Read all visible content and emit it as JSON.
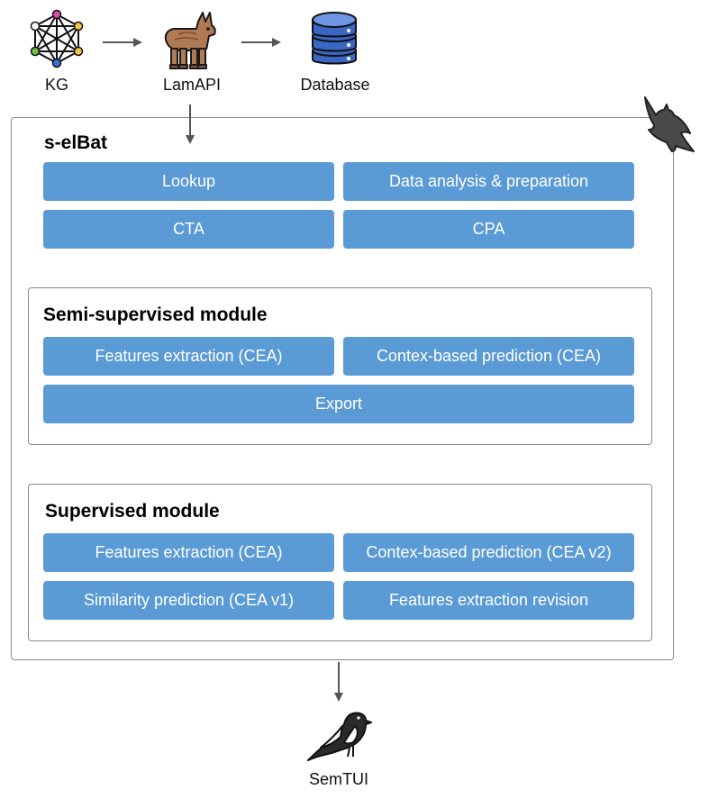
{
  "top_nodes": {
    "kg": {
      "label": "KG",
      "icon": "graph-icon"
    },
    "lamapi": {
      "label": "LamAPI",
      "icon": "llama-icon"
    },
    "database": {
      "label": "Database",
      "icon": "database-icon"
    }
  },
  "selbat": {
    "title": "s-elBat",
    "icon": "bat-icon",
    "boxes": {
      "lookup": "Lookup",
      "data_analysis": "Data analysis & preparation",
      "cta": "CTA",
      "cpa": "CPA"
    }
  },
  "semi_supervised": {
    "title": "Semi-supervised module",
    "boxes": {
      "features_extraction": "Features extraction (CEA)",
      "context_prediction": "Contex-based prediction (CEA)",
      "export": "Export"
    }
  },
  "supervised": {
    "title": "Supervised module",
    "boxes": {
      "features_extraction": "Features extraction (CEA)",
      "context_prediction": "Contex-based prediction (CEA v2)",
      "similarity_prediction": "Similarity prediction (CEA v1)",
      "features_revision": "Features extraction revision"
    }
  },
  "output_node": {
    "label": "SemTUI",
    "icon": "bird-icon"
  },
  "colors": {
    "box_fill": "#5b9bd5",
    "box_text": "#ffffff",
    "border": "#8a8a8a",
    "arrow": "#555555"
  }
}
